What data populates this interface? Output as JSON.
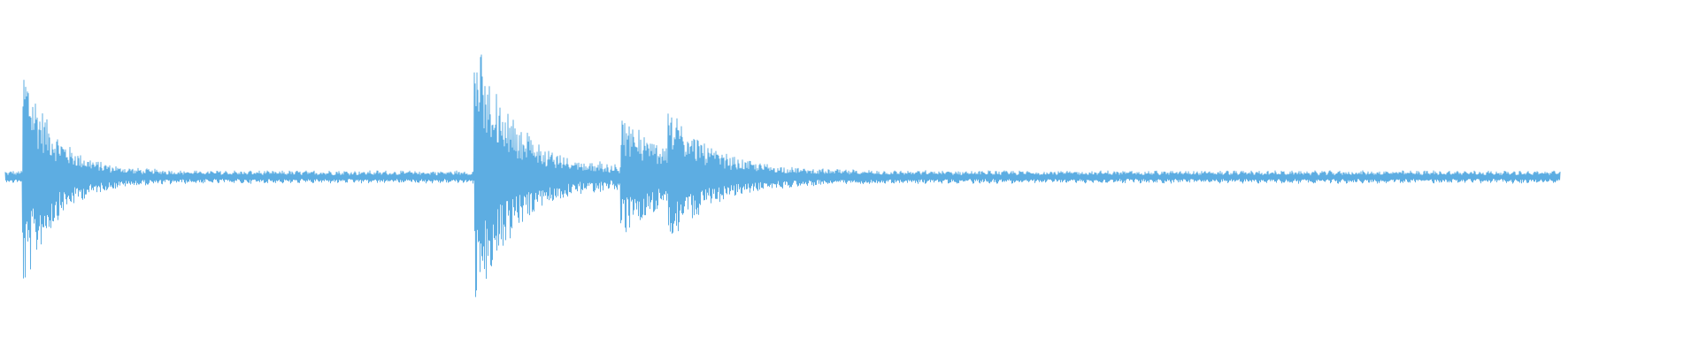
{
  "waveform": {
    "color": "#5DADE2",
    "duration_fraction_shown": 0.915,
    "events": [
      {
        "at": 0.012,
        "peak": 1.0,
        "decay": 0.018
      },
      {
        "at": 0.278,
        "peak": 1.2,
        "decay": 0.022
      },
      {
        "at": 0.364,
        "peak": 0.45,
        "decay": 0.03
      },
      {
        "at": 0.392,
        "peak": 0.35,
        "decay": 0.025
      }
    ],
    "baseline_level": 0.06
  }
}
